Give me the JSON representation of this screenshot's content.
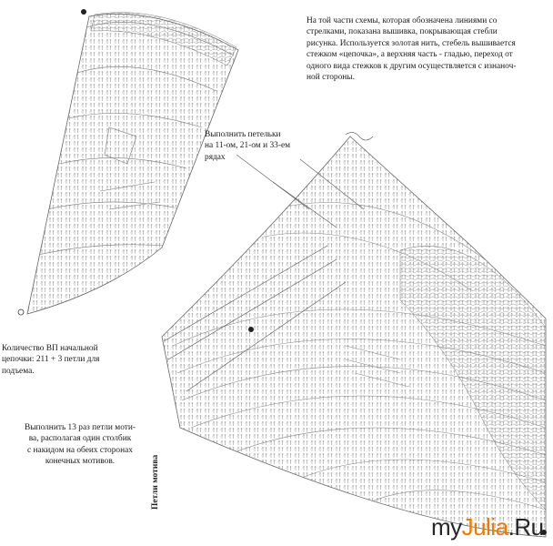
{
  "notes": {
    "embroidery": "На той части схемы, которая обозначена  линиями со\nстрелками, показана вышивка, покрывающая стебли\nрисунка. Используется золотая нить, стебель вышивается\nстежком «цепочка», а верхняя часть - гладью, переход от\nодного вида стежков к другим осуществляется с изнаноч-\nной стороны.",
    "loops": "Выполнить петельки\nна 11-ом, 21-ом и 33-ем\nрядах",
    "chain": "Количество ВП начальной\nцепочки:  211 + 3  петли для\nподъема.",
    "motif_repeat": "Выполнить 13 раз петли моти-\nва, располагая один столбик\nс накидом на обеих сторонах\nконечных мотивов."
  },
  "motif_label": "Петли мотива",
  "watermark": {
    "prefix": "my",
    "accent": "Julia",
    "suffix": ".Ru"
  },
  "colors": {
    "ink": "#444444",
    "brand_accent": "#f07a00"
  }
}
